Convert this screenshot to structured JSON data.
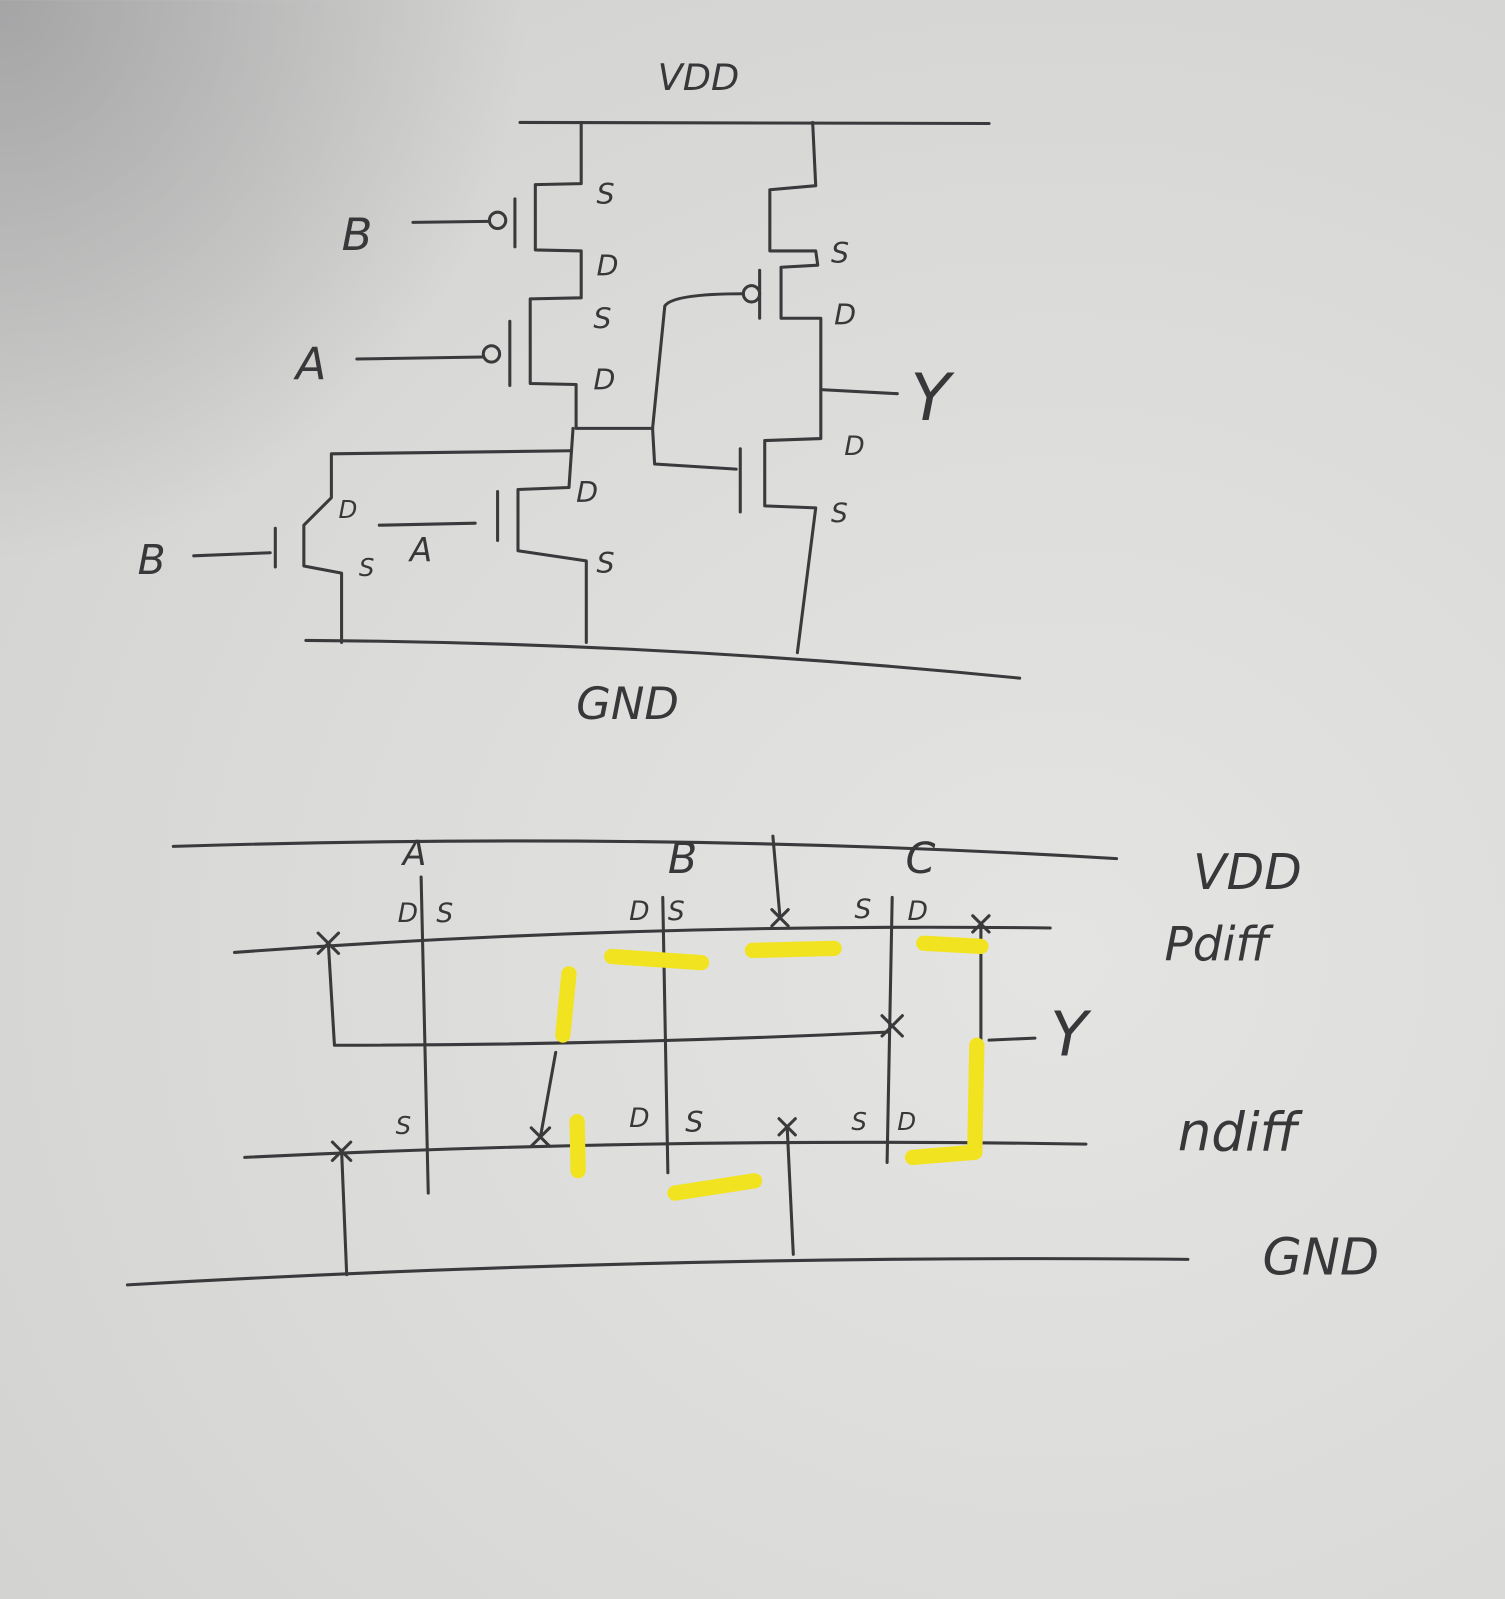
{
  "schematic": {
    "vdd": "VDD",
    "gnd": "GND",
    "output": "Y",
    "pmos_b": {
      "gate": "B",
      "source": "S",
      "drain": "D"
    },
    "pmos_a": {
      "gate": "A",
      "source": "S",
      "drain": "D"
    },
    "nmos_a": {
      "gate": "A",
      "drain": "D",
      "source": "S"
    },
    "nmos_b": {
      "gate": "B",
      "drain": "D",
      "source": "S"
    },
    "inv_pmos": {
      "source": "S",
      "drain": "D"
    },
    "inv_nmos": {
      "drain": "D",
      "source": "S"
    }
  },
  "stick_diagram": {
    "rails": {
      "vdd": "VDD",
      "pdiff": "Pdiff",
      "ndiff": "ndiff",
      "gnd": "GND"
    },
    "output": "Y",
    "gates": [
      {
        "name": "A",
        "p_left": "D",
        "p_right": "S",
        "n_left": "",
        "n_right": "S"
      },
      {
        "name": "B",
        "p_left": "D",
        "p_right": "S",
        "n_left": "D",
        "n_right": "S"
      },
      {
        "name": "C",
        "p_left": "S",
        "p_right": "D",
        "n_left": "S",
        "n_right": "D"
      }
    ],
    "highlight_color": "#f2e321"
  }
}
